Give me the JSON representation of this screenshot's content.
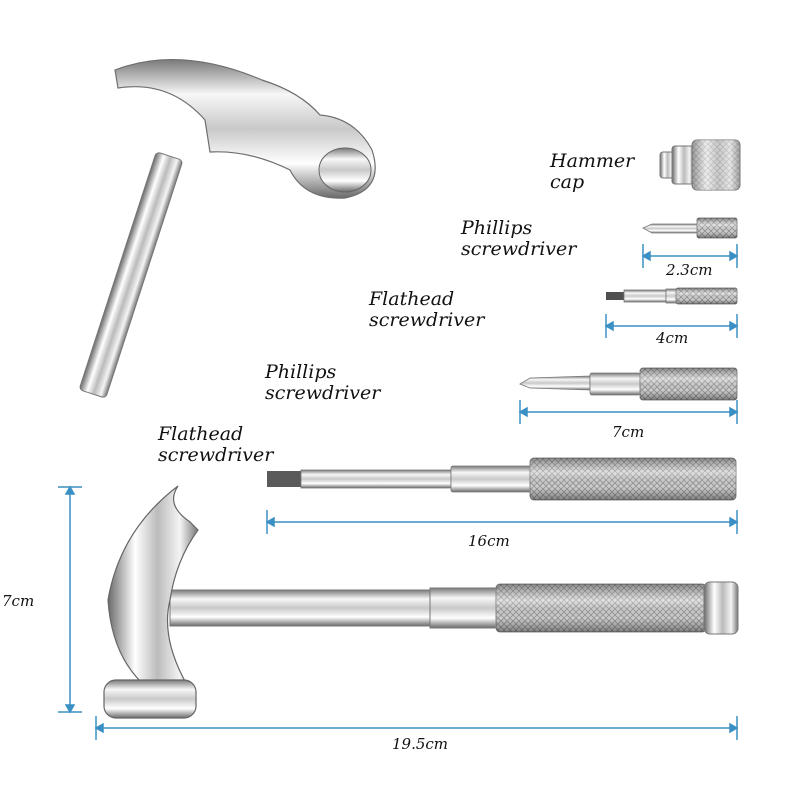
{
  "labels": {
    "hammer_cap": [
      "Hammer",
      "cap"
    ],
    "phillips_small": [
      "Phillips",
      "screwdriver"
    ],
    "flathead_small": [
      "Flathead",
      "screwdriver"
    ],
    "phillips_large": [
      "Phillips",
      "screwdriver"
    ],
    "flathead_large": [
      "Flathead",
      "screwdriver"
    ]
  },
  "dimensions": {
    "phillips_small": "2.3cm",
    "flathead_small": "4cm",
    "phillips_large": "7cm",
    "flathead_large": "16cm",
    "hammer_height": "7cm",
    "hammer_length": "19.5cm"
  },
  "colors": {
    "dimension_line": "#3a8fc4",
    "label_text": "#111111",
    "metal_light": "#f4f4f4",
    "metal_mid": "#bdbdbd",
    "metal_dark": "#6e6e6e"
  }
}
